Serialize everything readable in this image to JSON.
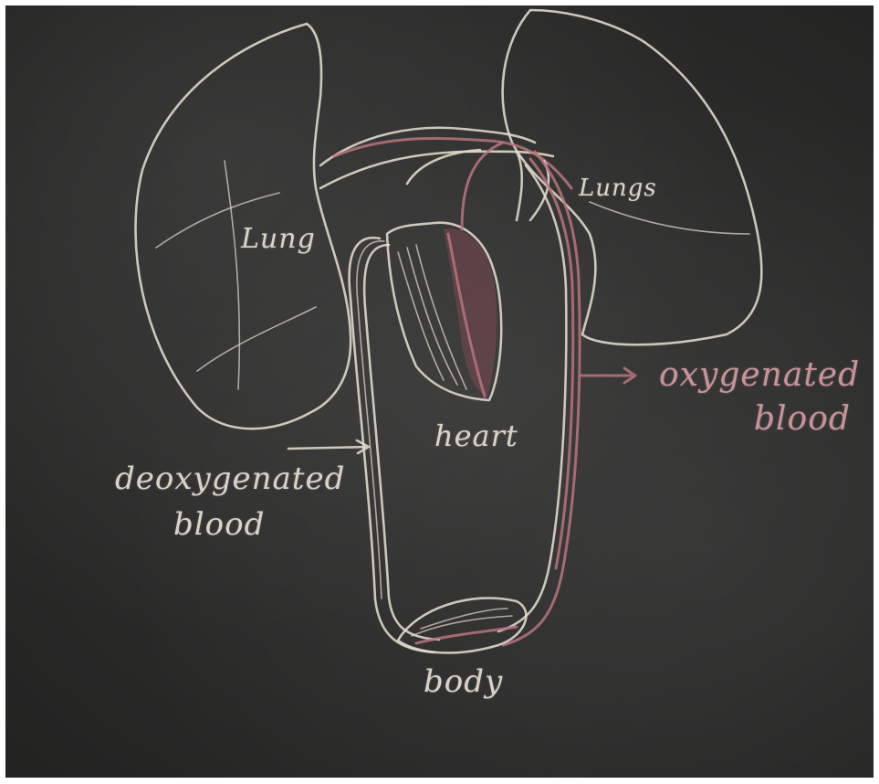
{
  "labels": {
    "lung_left": "Lung",
    "lung_right": "Lungs",
    "heart": "heart",
    "oxygenated": "oxygenated",
    "blood_right": "blood",
    "deoxygenated": "deoxygenated",
    "blood_left": "blood",
    "body": "body"
  },
  "colors": {
    "board": "#2b2b2a",
    "chalk_white": "#e3dccd",
    "chalk_pink": "#b8747c"
  }
}
